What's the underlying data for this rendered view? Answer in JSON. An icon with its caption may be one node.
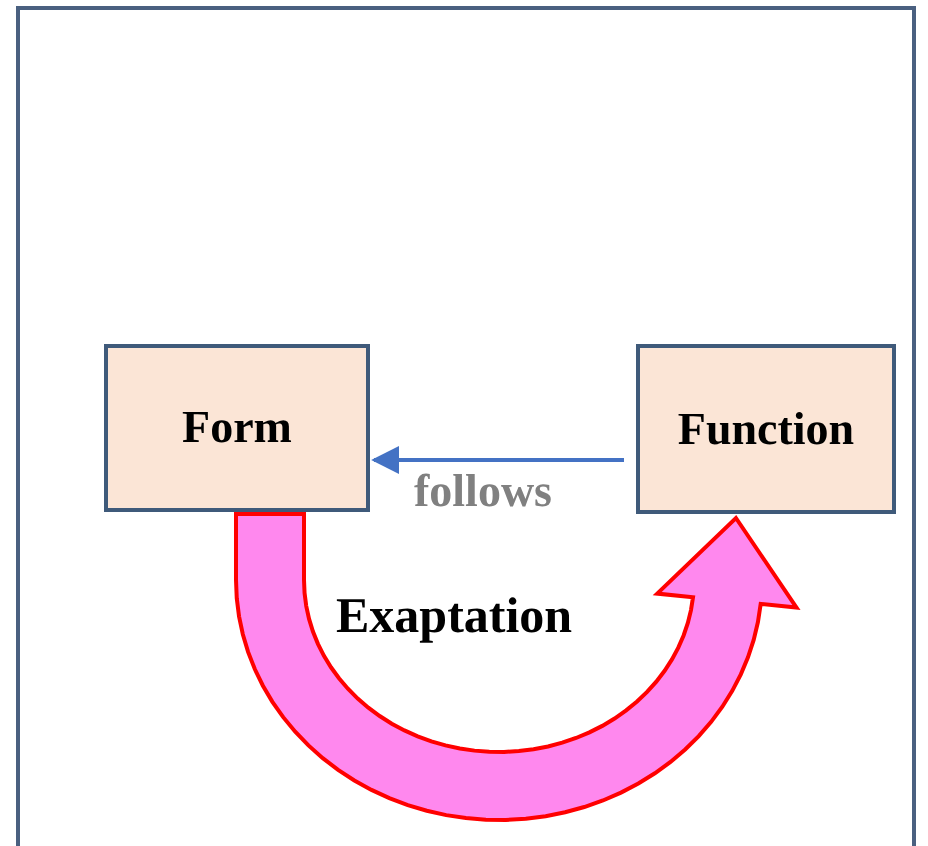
{
  "diagram": {
    "nodes": [
      {
        "text": [
          "Form"
        ]
      },
      {
        "text": [
          "Function"
        ]
      }
    ],
    "edges": [
      {
        "from": 1,
        "to": 0,
        "arrow": "to",
        "label": "follows"
      },
      {
        "from": 0,
        "to": 1,
        "arrow": "to",
        "label": "Exaptation",
        "style": "thick",
        "color": "#ff88ee"
      }
    ]
  }
}
